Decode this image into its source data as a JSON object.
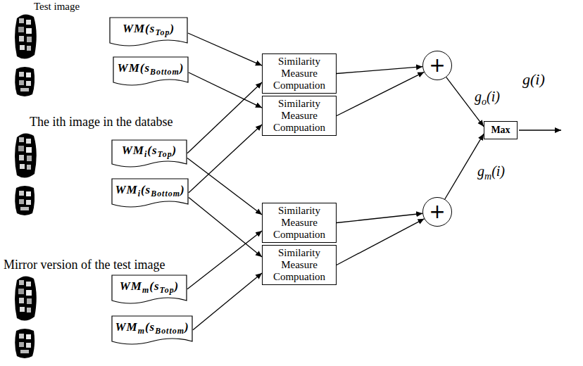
{
  "diagram": {
    "nodes": [
      {
        "text": [
          "WM(sTop)"
        ]
      },
      {
        "text": [
          "WM(sBottom)"
        ]
      },
      {
        "text": [
          "WMi(sTop)"
        ]
      },
      {
        "text": [
          "WMi(sBottom)"
        ]
      },
      {
        "text": [
          "WMm(sTop)"
        ]
      },
      {
        "text": [
          "WMm(sBottom)"
        ]
      },
      {
        "text": [
          "Similarity Measure Compuation"
        ]
      },
      {
        "text": [
          "Similarity Measure Compuation"
        ]
      },
      {
        "text": [
          "Similarity Measure Compuation"
        ]
      },
      {
        "text": [
          "Similarity Measure Compuation"
        ]
      },
      {
        "text": [
          "+"
        ]
      },
      {
        "text": [
          "+"
        ]
      },
      {
        "text": [
          "Max"
        ]
      }
    ],
    "edges": [
      {
        "from": 0,
        "to": 6,
        "arrow": "to"
      },
      {
        "from": 2,
        "to": 6,
        "arrow": "to"
      },
      {
        "from": 1,
        "to": 7,
        "arrow": "to"
      },
      {
        "from": 3,
        "to": 7,
        "arrow": "to"
      },
      {
        "from": 2,
        "to": 8,
        "arrow": "to"
      },
      {
        "from": 4,
        "to": 8,
        "arrow": "to"
      },
      {
        "from": 3,
        "to": 9,
        "arrow": "to"
      },
      {
        "from": 5,
        "to": 9,
        "arrow": "to"
      },
      {
        "from": 6,
        "to": 10,
        "arrow": "to"
      },
      {
        "from": 7,
        "to": 10,
        "arrow": "to"
      },
      {
        "from": 8,
        "to": 11,
        "arrow": "to"
      },
      {
        "from": 9,
        "to": 11,
        "arrow": "to"
      },
      {
        "from": 10,
        "to": 12,
        "label": "go(i)",
        "arrow": "to"
      },
      {
        "from": 11,
        "to": 12,
        "label": "gm(i)",
        "arrow": "to"
      }
    ],
    "labels": [
      "Test image",
      "The ith image in the databse",
      "Mirror version of the test image",
      "g(i)"
    ]
  }
}
